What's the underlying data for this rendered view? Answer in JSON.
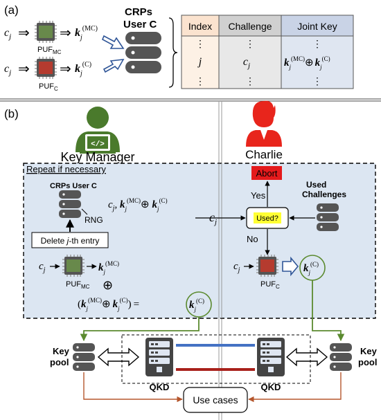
{
  "panel_a": {
    "label": "(a)",
    "crps_title_line1": "CRPs",
    "crps_title_line2": "User  C",
    "puf_mc_label": "PUF",
    "puf_mc_sub": "MC",
    "puf_c_label": "PUF",
    "puf_c_sub": "C",
    "challenge_var": "c",
    "challenge_sub": "j",
    "key_mc": "k",
    "key_mc_sup": "(MC)",
    "key_c_sup": "(C)",
    "table": {
      "headers": [
        "Index",
        "Challenge",
        "Joint Key"
      ],
      "dots": "⋮",
      "index_value": "j",
      "challenge_value": "c",
      "challenge_value_sub": "j",
      "joint_key_op": "⊕"
    },
    "colors": {
      "index_header": "#fbe3cf",
      "index_body": "#fdf1e5",
      "challenge_header": "#d0d0d0",
      "challenge_body": "#e8e8e8",
      "jointkey_header": "#c9d3e6",
      "jointkey_body": "#dfe6f1"
    }
  },
  "panel_b": {
    "label": "(b)",
    "key_manager_label": "Key Manager",
    "charlie_label": "Charlie",
    "repeat_label": "Repeat if necessary",
    "crps_user_c_label": "CRPs User C",
    "rng_label": "RNG",
    "delete_entry_prefix": "Delete ",
    "delete_entry_italic": "j",
    "delete_entry_suffix": "-th entry",
    "puf_mc_label": "PUF",
    "puf_mc_sub": "MC",
    "puf_c_label": "PUF",
    "puf_c_sub": "C",
    "xor_symbol": "⊕",
    "abort_label": "Abort",
    "yes_label": "Yes",
    "no_label": "No",
    "used_label": "Used?",
    "used_challenges_line1": "Used",
    "used_challenges_line2": "Challenges",
    "key_pool_left_line1": "Key",
    "key_pool_left_line2": "pool",
    "key_pool_right_line1": "Key",
    "key_pool_right_line2": "pool",
    "qkd_left_label": "QKD",
    "qkd_right_label": "QKD",
    "use_cases_label": "Use cases",
    "colors": {
      "repeat_bg": "#dce6f2",
      "abort_bg": "#e41a1c",
      "used_highlight": "#ffff33",
      "person_green": "#4a7a2c",
      "person_red": "#e8251c",
      "green_line": "#5b8a2f",
      "blue_link": "#4472c4",
      "red_link": "#a8201a",
      "orange_arrow": "#b5562c"
    }
  }
}
